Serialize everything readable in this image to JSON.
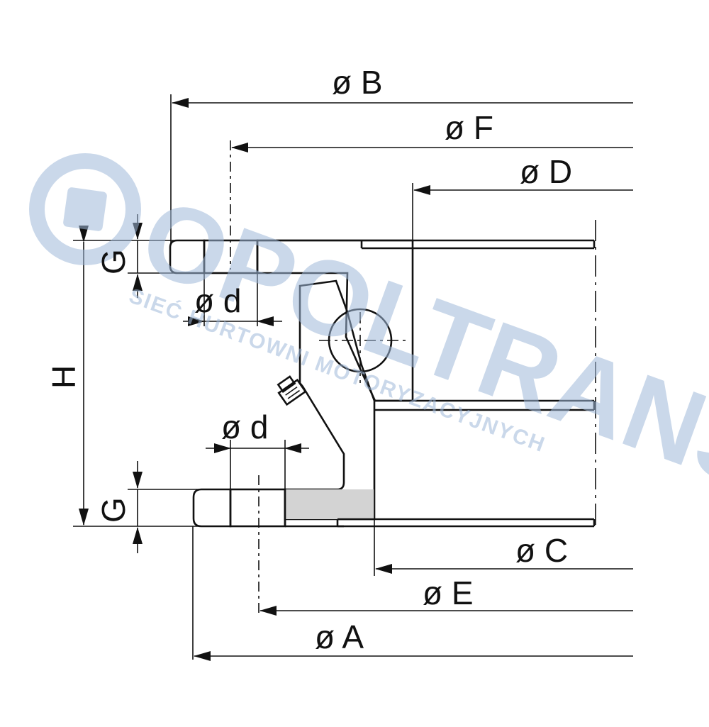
{
  "dimensions": {
    "B": "ø B",
    "F": "ø F",
    "D": "ø D",
    "d_top": "ø d",
    "d_bottom": "ø d",
    "C": "ø C",
    "E": "ø E",
    "A": "ø A",
    "H": "H",
    "G_top": "G",
    "G_bottom": "G"
  },
  "watermark": {
    "brand": "OPOLTRANS",
    "tagline": "SIEĆ HURTOWNI MOTORYZACYJNYCH"
  },
  "colors": {
    "line": "#111111",
    "outer_ring_fill": "#d3d3d3",
    "inner_ring_fill": "#a6a6a6",
    "watermark": "#9fb9d9"
  },
  "icons": {
    "logo": "circle-square-logo-icon"
  }
}
